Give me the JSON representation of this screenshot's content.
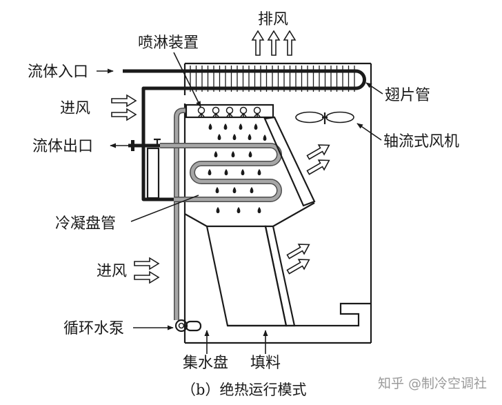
{
  "diagram": {
    "caption": "（b）绝热运行模式",
    "labels": {
      "exhaust_air": "排风",
      "spray_device": "喷淋装置",
      "fluid_inlet": "流体入口",
      "finned_tube": "翅片管",
      "inlet_air_top": "进风",
      "axial_fan": "轴流式风机",
      "fluid_outlet": "流体出口",
      "condensing_coil": "冷凝盘管",
      "inlet_air_bottom": "进风",
      "circulating_pump": "循环水泵",
      "collecting_tray": "集水盘",
      "fill": "填料"
    }
  },
  "watermark": "知乎 @制冷空调社",
  "colors": {
    "line": "#1a1a1a",
    "pipe_gray": "#a6a6a6",
    "background": "#ffffff",
    "watermark": "#9a9a9a"
  }
}
